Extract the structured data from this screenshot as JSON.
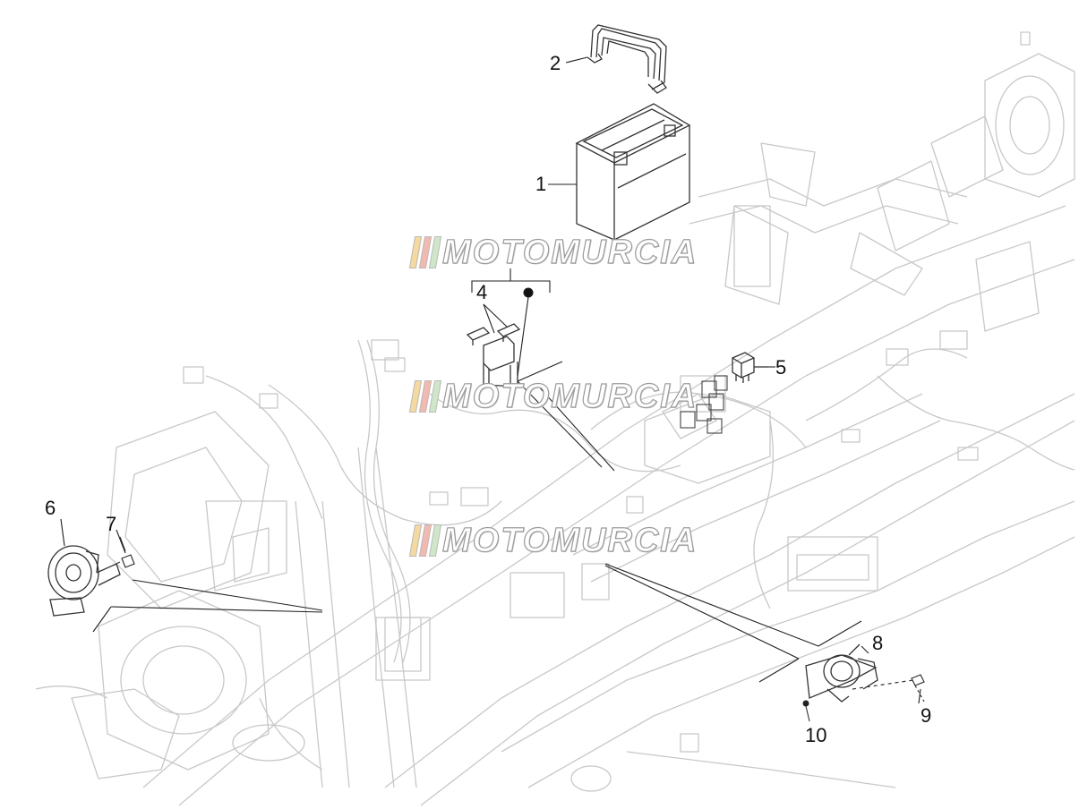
{
  "diagram": {
    "callouts": [
      {
        "id": "1",
        "label": "1"
      },
      {
        "id": "2",
        "label": "2"
      },
      {
        "id": "4",
        "label": "4"
      },
      {
        "id": "5",
        "label": "5"
      },
      {
        "id": "6",
        "label": "6"
      },
      {
        "id": "7",
        "label": "7"
      },
      {
        "id": "8",
        "label": "8"
      },
      {
        "id": "9",
        "label": "9"
      },
      {
        "id": "10",
        "label": "10"
      }
    ],
    "watermark": {
      "text": "MOTOMURCIA",
      "bar_colors": [
        "#f4d9a0",
        "#f2b9b0",
        "#cfe7c8"
      ]
    },
    "colors": {
      "frame_line": "#c8c8c8",
      "part_line": "#333333",
      "leader": "#222222"
    }
  }
}
